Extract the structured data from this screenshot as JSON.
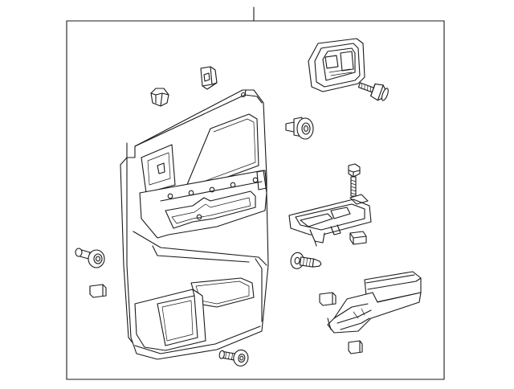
{
  "diagram": {
    "kind": "exploded-parts-view",
    "colors": {
      "line": "#1a1a1a",
      "background": "#ffffff",
      "panel_fill": "#ffffff",
      "shade": "#e9e9e9"
    },
    "parts": [
      {
        "id": "door-trim-panel",
        "icon": "door-trim-panel"
      },
      {
        "id": "pull-handle-bezel",
        "icon": "handle-bezel"
      },
      {
        "id": "screw-upper-right",
        "icon": "screw"
      },
      {
        "id": "push-clip-upper",
        "icon": "push-clip"
      },
      {
        "id": "retainer-nut",
        "icon": "hex-nut"
      },
      {
        "id": "clip-bracket",
        "icon": "bracket-clip"
      },
      {
        "id": "bolt-center",
        "icon": "bolt"
      },
      {
        "id": "switch-bezel",
        "icon": "switch-bezel"
      },
      {
        "id": "small-cap",
        "icon": "cap"
      },
      {
        "id": "push-clip-left",
        "icon": "push-clip"
      },
      {
        "id": "push-clip-mid",
        "icon": "push-clip"
      },
      {
        "id": "push-clip-bottom",
        "icon": "push-clip"
      },
      {
        "id": "pad-left",
        "icon": "pad"
      },
      {
        "id": "pad-right",
        "icon": "pad"
      },
      {
        "id": "pad-bottom",
        "icon": "pad"
      },
      {
        "id": "armrest",
        "icon": "armrest"
      }
    ]
  }
}
